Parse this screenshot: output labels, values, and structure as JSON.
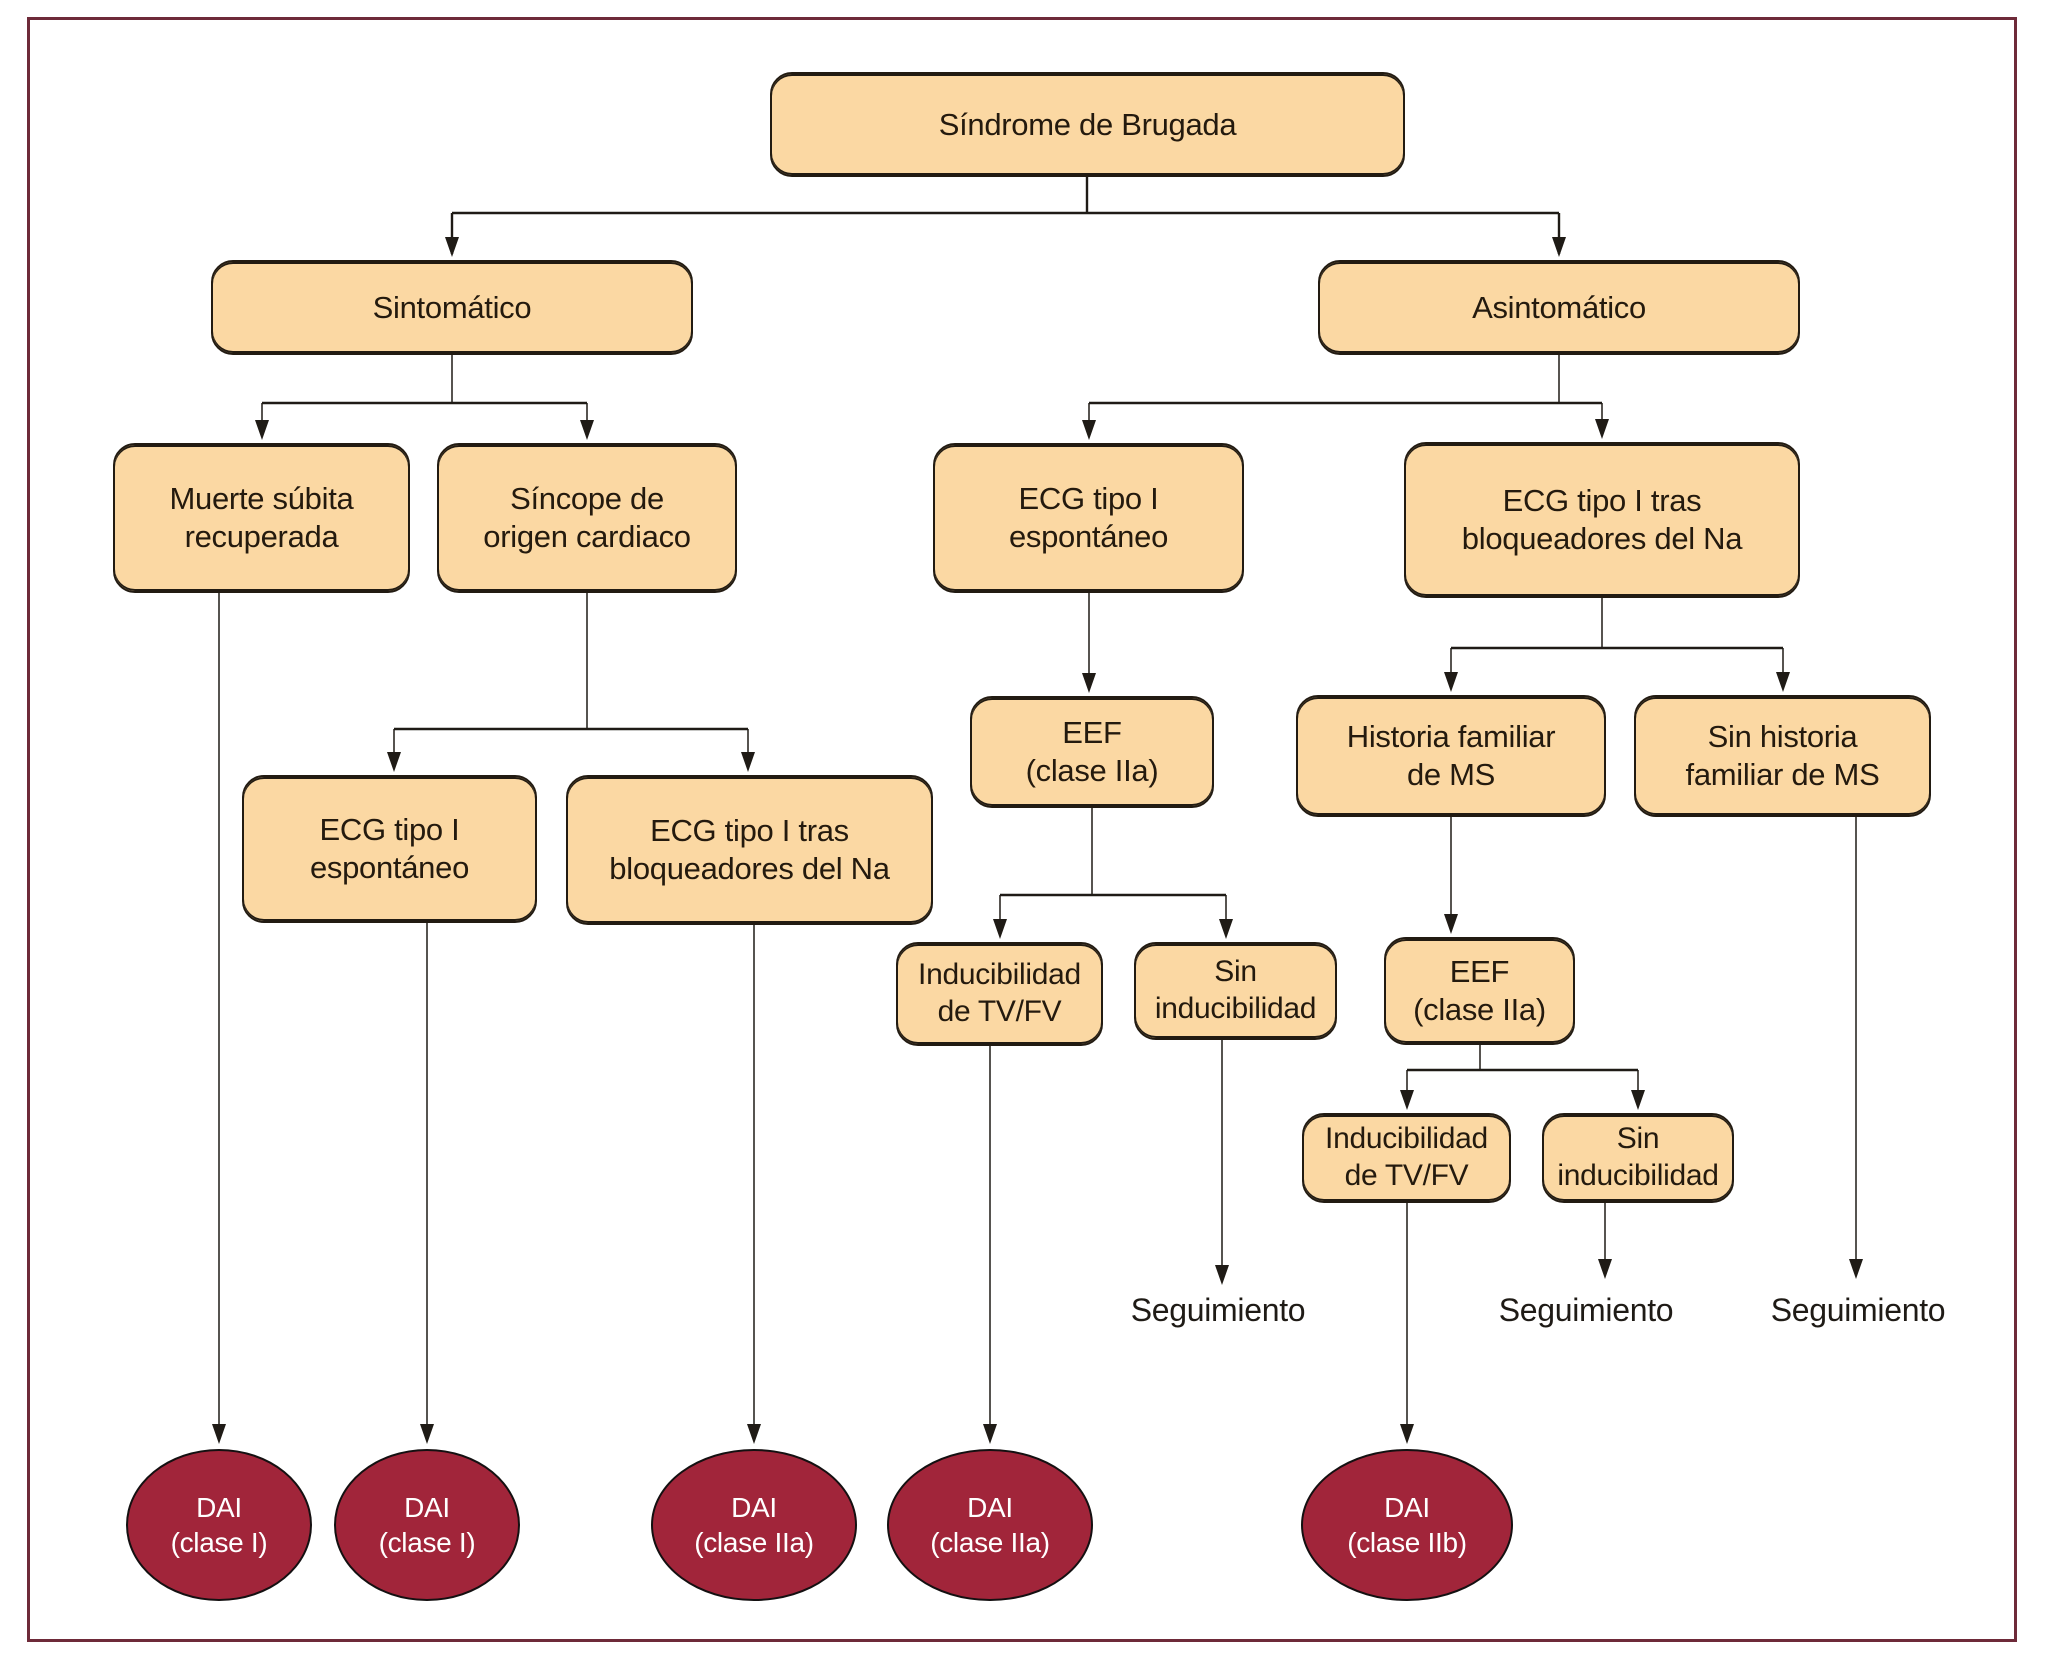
{
  "figure": {
    "type": "clinical-decision-flowchart",
    "language": "es"
  },
  "colors": {
    "node_fill": "#FBD8A3",
    "node_border": "#221B12",
    "outcome_fill": "#A1253A",
    "outcome_text": "#FFFFFF",
    "connector": "#1F1B16",
    "frame_border": "#6E2A39",
    "background": "#FFFFFF"
  },
  "nodes": {
    "sindrome": {
      "label": "Síndrome de Brugada"
    },
    "sintomatico": {
      "label": "Sintomático"
    },
    "asintomatico": {
      "label": "Asintomático"
    },
    "muerte_subita": {
      "label": "Muerte súbita\nrecuperada"
    },
    "sincope": {
      "label": "Síncope de\norigen cardiaco"
    },
    "ecg_espontaneo_izq": {
      "label": "ECG tipo I\nespontáneo"
    },
    "ecg_bloqueadores_izq": {
      "label": "ECG tipo I tras\nbloqueadores del Na"
    },
    "ecg_espontaneo_der": {
      "label": "ECG tipo I\nespontáneo"
    },
    "ecg_bloqueadores_der": {
      "label": "ECG tipo I tras\nbloqueadores del Na"
    },
    "eef_1": {
      "label": "EEF\n(clase IIa)"
    },
    "historia_familiar": {
      "label": "Historia familiar\nde MS"
    },
    "sin_historia_familiar": {
      "label": "Sin historia\nfamiliar de MS"
    },
    "inducibilidad_1": {
      "label": "Inducibilidad\nde TV/FV"
    },
    "sin_inducibilidad_1": {
      "label": "Sin\ninducibilidad"
    },
    "eef_2": {
      "label": "EEF\n(clase IIa)"
    },
    "inducibilidad_2": {
      "label": "Inducibilidad\nde TV/FV"
    },
    "sin_inducibilidad_2": {
      "label": "Sin\ninducibilidad"
    }
  },
  "outcomes": {
    "dai_1": {
      "label": "DAI\n(clase I)"
    },
    "dai_2": {
      "label": "DAI\n(clase I)"
    },
    "dai_3": {
      "label": "DAI\n(clase IIa)"
    },
    "dai_4": {
      "label": "DAI\n(clase IIa)"
    },
    "dai_5": {
      "label": "DAI\n(clase IIb)"
    }
  },
  "followups": {
    "seg_1": {
      "label": "Seguimiento"
    },
    "seg_2": {
      "label": "Seguimiento"
    },
    "seg_3": {
      "label": "Seguimiento"
    }
  }
}
